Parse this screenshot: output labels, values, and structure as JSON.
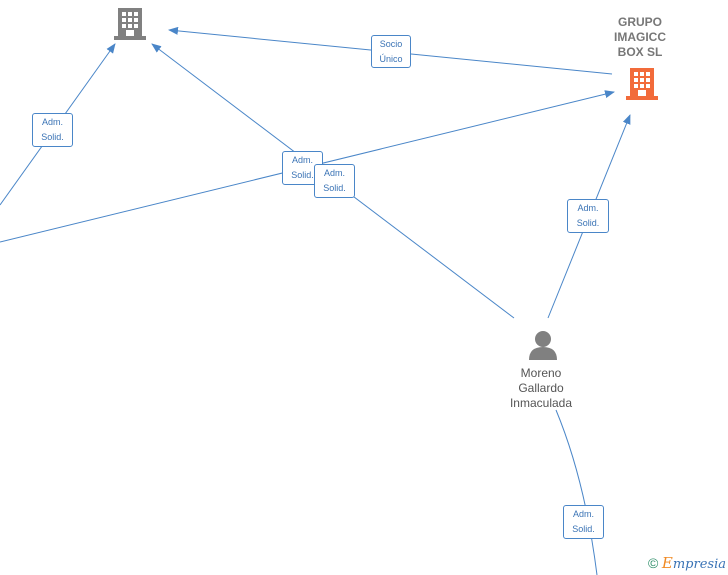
{
  "nodes": {
    "company_top": {
      "name": ""
    },
    "company_main": {
      "name_lines": [
        "GRUPO",
        "IMAGICC",
        "BOX  SL"
      ]
    },
    "person": {
      "name_lines": [
        "Moreno",
        "Gallardo",
        "Inmaculada"
      ]
    }
  },
  "edges": {
    "socio_unico": [
      "Socio",
      "Único"
    ],
    "adm_left": [
      "Adm.",
      "Solid."
    ],
    "adm_center_a": [
      "Adm.",
      "Solid."
    ],
    "adm_center_b": [
      "Adm.",
      "Solid."
    ],
    "adm_right": [
      "Adm.",
      "Solid."
    ],
    "adm_bottom": [
      "Adm.",
      "Solid."
    ]
  },
  "footer": {
    "copyright": "©",
    "brand_e": "E",
    "brand_rest": "mpresia"
  },
  "colors": {
    "edge": "#4a86c8",
    "company_main": "#f26b3a",
    "company_other": "#808080",
    "person": "#808080"
  }
}
